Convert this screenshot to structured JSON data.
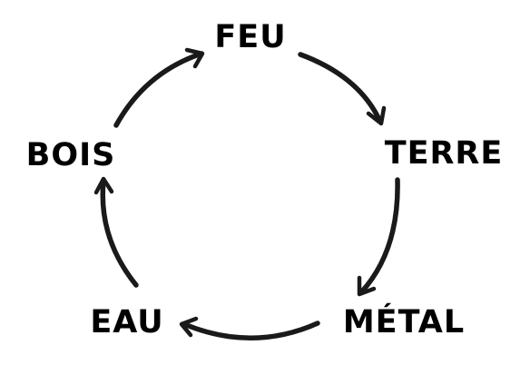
{
  "diagram": {
    "type": "cycle",
    "nodes": [
      {
        "id": "feu",
        "label": "FEU"
      },
      {
        "id": "terre",
        "label": "TERRE"
      },
      {
        "id": "metal",
        "label": "MÉTAL"
      },
      {
        "id": "eau",
        "label": "EAU"
      },
      {
        "id": "bois",
        "label": "BOIS"
      }
    ],
    "edges": [
      {
        "from": "feu",
        "to": "terre"
      },
      {
        "from": "terre",
        "to": "metal"
      },
      {
        "from": "metal",
        "to": "eau"
      },
      {
        "from": "eau",
        "to": "bois"
      },
      {
        "from": "bois",
        "to": "feu"
      }
    ],
    "colors": {
      "text": "#000000",
      "arrow": "#1a1a1a",
      "background": "#ffffff"
    }
  }
}
